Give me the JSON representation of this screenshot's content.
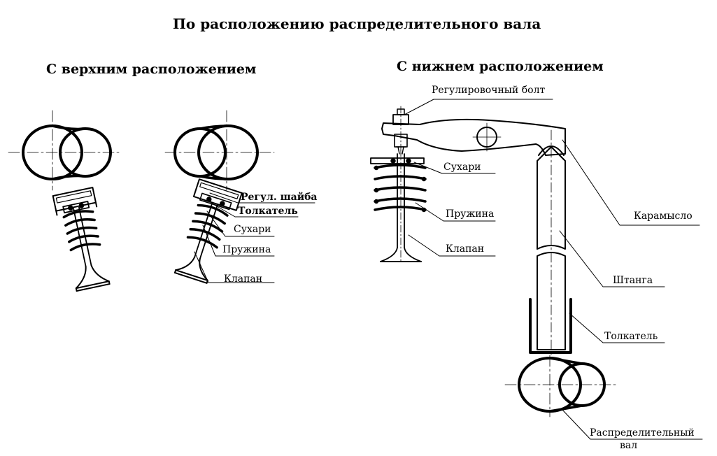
{
  "title": "По расположению распределительного вала",
  "sections": {
    "overhead": {
      "title": "С верхним расположением",
      "labels": {
        "shim": "Регул. шайба",
        "tappet": "Толкатель",
        "keepers": "Сухари",
        "spring": "Пружина",
        "valve": "Клапан"
      }
    },
    "lower": {
      "title": "С нижнем расположением",
      "labels": {
        "adjusting_bolt": "Регулировочный болт",
        "keepers": "Сухари",
        "spring": "Пружина",
        "valve": "Клапан",
        "rocker": "Карамысло",
        "pushrod": "Штанга",
        "tappet": "Толкатель",
        "camshaft_line1": "Распределительный",
        "camshaft_line2": "вал"
      }
    }
  }
}
